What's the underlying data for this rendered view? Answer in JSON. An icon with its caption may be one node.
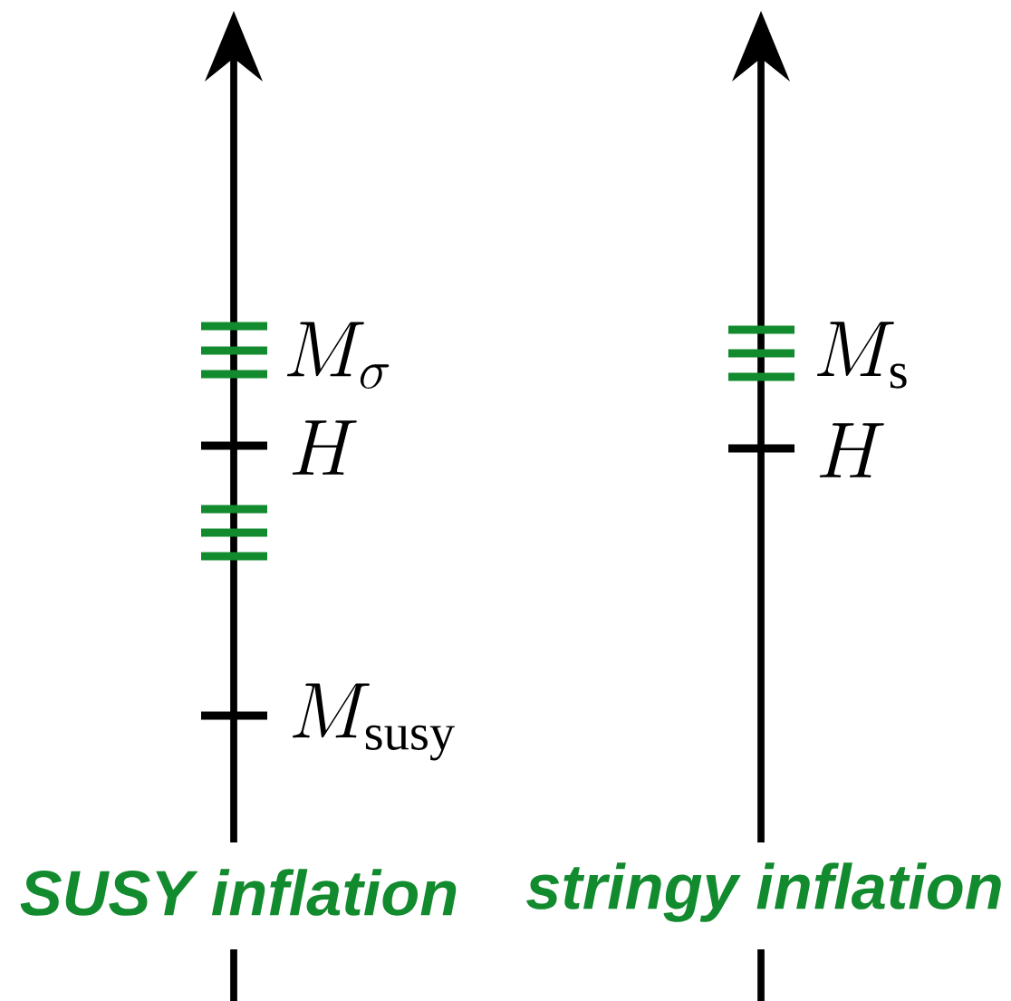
{
  "diagram": {
    "labels": [
      "M_{\\sigma}",
      "M_{\\mathrm{s}}",
      "H",
      "H",
      "M_{\\mathrm{susy}}",
      "SUSY inflation",
      "stringy inflation"
    ]
  }
}
